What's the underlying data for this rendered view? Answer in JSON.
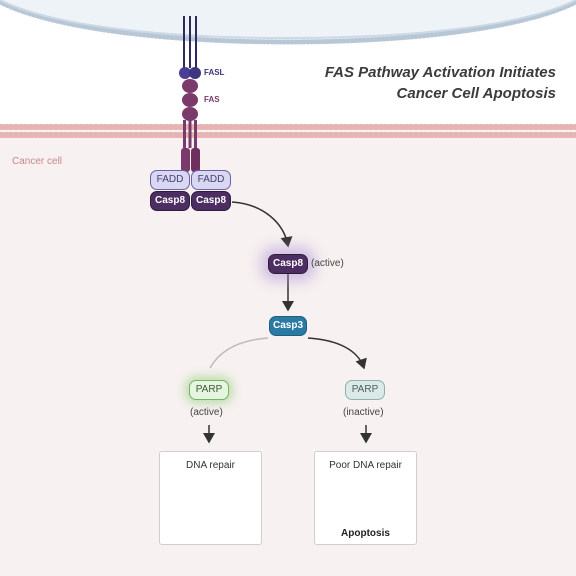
{
  "title": {
    "line1": "FAS Pathway Activation Initiates",
    "line2": "Cancer Cell Apoptosis"
  },
  "labels": {
    "fasl": "FASL",
    "fas": "FAS",
    "cancer_cell": "Cancer cell"
  },
  "complex": {
    "fadd_left": "FADD",
    "fadd_right": "FADD",
    "casp8_left": "Casp8",
    "casp8_right": "Casp8"
  },
  "active_casp8": {
    "label": "Casp8",
    "state": "(active)"
  },
  "casp3": "Casp3",
  "parp_active": {
    "label": "PARP",
    "state": "(active)"
  },
  "parp_inactive": {
    "label": "PARP",
    "state": "(inactive)"
  },
  "outcome_left": {
    "title": "DNA repair"
  },
  "outcome_right": {
    "title": "Poor DNA repair",
    "caption": "Apoptosis"
  },
  "colors": {
    "receptor": "#7a3a6b",
    "ligand": "#3d3580",
    "membrane": "#e8b5b3",
    "cytoplasm": "#f7f1f1",
    "upper_cell": "#eaf1f7"
  }
}
